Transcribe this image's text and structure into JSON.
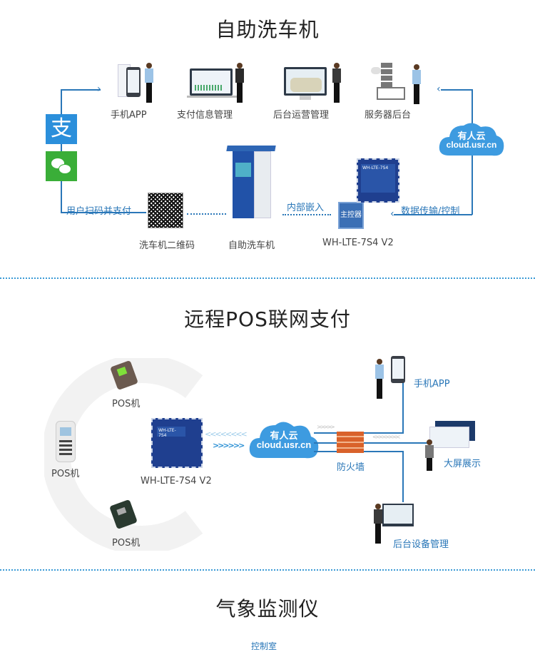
{
  "section1": {
    "title": "自助洗车机",
    "top_items": [
      {
        "label": "手机APP",
        "icon": "phone-app-person-icon"
      },
      {
        "label": "支付信息管理",
        "icon": "laptop-dashboard-person-icon"
      },
      {
        "label": "后台运营管理",
        "icon": "monitor-map-person-icon"
      },
      {
        "label": "服务器后台",
        "icon": "server-person-icon"
      }
    ],
    "payment_icons": [
      "alipay-icon",
      "wechat-pay-icon"
    ],
    "cloud": {
      "line1": "有人云",
      "line2": "cloud.usr.cn"
    },
    "scan_label": "用户扫码并支付",
    "qr_label": "洗车机二维码",
    "machine_label": "自助洗车机",
    "embed_label": "内部嵌入",
    "controller_label": "主控器",
    "module_label": "WH-LTE-7S4 V2",
    "module_chip_text": "WH-LTE-7S4",
    "data_label": "数据传输/控制"
  },
  "section2": {
    "title": "远程POS联网支付",
    "pos_devices": [
      {
        "label": "POS机"
      },
      {
        "label": "POS机"
      },
      {
        "label": "POS机"
      }
    ],
    "module_label": "WH-LTE-7S4 V2",
    "module_chip_text": "WH-LTE-7S4",
    "cloud": {
      "line1": "有人云",
      "line2": "cloud.usr.cn"
    },
    "firewall_label": "防火墙",
    "endpoints": [
      {
        "label": "手机APP"
      },
      {
        "label": "大屏展示"
      },
      {
        "label": "后台设备管理"
      }
    ],
    "arrows_in": "<<<<<<<<",
    "arrows_out": ">>>>>>",
    "arrows_small_out": ">>>>>",
    "arrows_small_in": "<<<<<<<<"
  },
  "section3": {
    "title": "气象监测仪",
    "control_room_label": "控制室"
  },
  "colors": {
    "accent_blue": "#2a77b8",
    "divider_blue": "#3b9bd6",
    "alipay_blue": "#2b8fdb",
    "wechat_green": "#3aae38",
    "cloud_blue": "#3d9be0",
    "brick": "#d9622b"
  }
}
